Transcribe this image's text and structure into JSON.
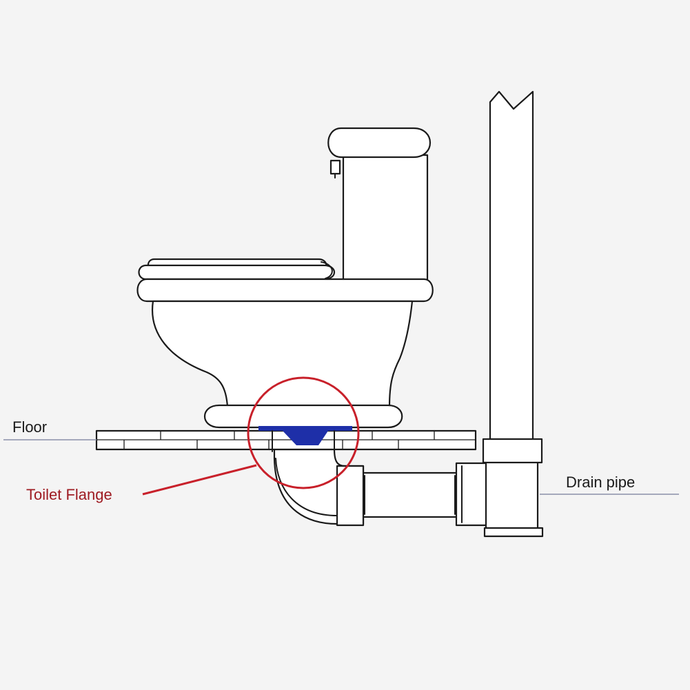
{
  "labels": {
    "floor": "Floor",
    "toilet_flange": "Toilet Flange",
    "drain_pipe": "Drain pipe"
  },
  "colors": {
    "background": "#f4f4f4",
    "line": "#1a1a1a",
    "leader": "#8a8fa8",
    "highlight": "#c8202a",
    "label_highlight": "#9e1b22",
    "flange": "#1e2fa8"
  }
}
